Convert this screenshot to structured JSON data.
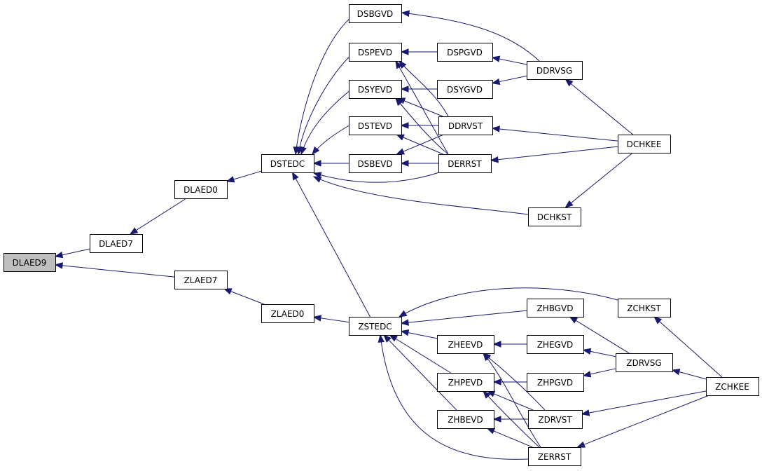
{
  "colors": {
    "edge": "#191970",
    "root_fill": "#bfbfbf",
    "node_fill": "#ffffff",
    "node_border": "#000000"
  },
  "root": "DLAED9",
  "nodes": [
    {
      "id": "DLAED9",
      "label": "DLAED9"
    },
    {
      "id": "DLAED7",
      "label": "DLAED7"
    },
    {
      "id": "ZLAED7",
      "label": "ZLAED7"
    },
    {
      "id": "DLAED0",
      "label": "DLAED0"
    },
    {
      "id": "ZLAED0",
      "label": "ZLAED0"
    },
    {
      "id": "DSTEDC",
      "label": "DSTEDC"
    },
    {
      "id": "ZSTEDC",
      "label": "ZSTEDC"
    },
    {
      "id": "DSBGVD",
      "label": "DSBGVD"
    },
    {
      "id": "DSPEVD",
      "label": "DSPEVD"
    },
    {
      "id": "DSYEVD",
      "label": "DSYEVD"
    },
    {
      "id": "DSTEVD",
      "label": "DSTEVD"
    },
    {
      "id": "DSBEVD",
      "label": "DSBEVD"
    },
    {
      "id": "DSPGVD",
      "label": "DSPGVD"
    },
    {
      "id": "DSYGVD",
      "label": "DSYGVD"
    },
    {
      "id": "DDRVST",
      "label": "DDRVST"
    },
    {
      "id": "DERRST",
      "label": "DERRST"
    },
    {
      "id": "DDRVSG",
      "label": "DDRVSG"
    },
    {
      "id": "DCHKEE",
      "label": "DCHKEE"
    },
    {
      "id": "DCHKST",
      "label": "DCHKST"
    },
    {
      "id": "ZHBGVD",
      "label": "ZHBGVD"
    },
    {
      "id": "ZCHKST",
      "label": "ZCHKST"
    },
    {
      "id": "ZHEEVD",
      "label": "ZHEEVD"
    },
    {
      "id": "ZHEGVD",
      "label": "ZHEGVD"
    },
    {
      "id": "ZDRVSG",
      "label": "ZDRVSG"
    },
    {
      "id": "ZHPEVD",
      "label": "ZHPEVD"
    },
    {
      "id": "ZHPGVD",
      "label": "ZHPGVD"
    },
    {
      "id": "ZCHKEE",
      "label": "ZCHKEE"
    },
    {
      "id": "ZHBEVD",
      "label": "ZHBEVD"
    },
    {
      "id": "ZDRVST",
      "label": "ZDRVST"
    },
    {
      "id": "ZERRST",
      "label": "ZERRST"
    }
  ],
  "edges": [
    {
      "from": "DLAED7",
      "to": "DLAED9"
    },
    {
      "from": "ZLAED7",
      "to": "DLAED9"
    },
    {
      "from": "DLAED0",
      "to": "DLAED7"
    },
    {
      "from": "ZLAED0",
      "to": "ZLAED7"
    },
    {
      "from": "DSTEDC",
      "to": "DLAED0"
    },
    {
      "from": "ZSTEDC",
      "to": "ZLAED0"
    },
    {
      "from": "DSBGVD",
      "to": "DSTEDC"
    },
    {
      "from": "DSPEVD",
      "to": "DSTEDC"
    },
    {
      "from": "DSYEVD",
      "to": "DSTEDC"
    },
    {
      "from": "DSTEVD",
      "to": "DSTEDC"
    },
    {
      "from": "DSBEVD",
      "to": "DSTEDC"
    },
    {
      "from": "DERRST",
      "to": "DSTEDC"
    },
    {
      "from": "DCHKST",
      "to": "DSTEDC"
    },
    {
      "from": "ZSTEDC",
      "to": "DSTEDC"
    },
    {
      "from": "DDRVSG",
      "to": "DSBGVD"
    },
    {
      "from": "DSPGVD",
      "to": "DSPEVD"
    },
    {
      "from": "DDRVST",
      "to": "DSPEVD"
    },
    {
      "from": "DERRST",
      "to": "DSPEVD"
    },
    {
      "from": "DSYGVD",
      "to": "DSYEVD"
    },
    {
      "from": "DDRVST",
      "to": "DSYEVD"
    },
    {
      "from": "DERRST",
      "to": "DSYEVD"
    },
    {
      "from": "DDRVST",
      "to": "DSTEVD"
    },
    {
      "from": "DERRST",
      "to": "DSTEVD"
    },
    {
      "from": "DDRVST",
      "to": "DSBEVD"
    },
    {
      "from": "DERRST",
      "to": "DSBEVD"
    },
    {
      "from": "DDRVSG",
      "to": "DSPGVD"
    },
    {
      "from": "DDRVSG",
      "to": "DSYGVD"
    },
    {
      "from": "DCHKEE",
      "to": "DDRVSG"
    },
    {
      "from": "DCHKEE",
      "to": "DDRVST"
    },
    {
      "from": "DCHKEE",
      "to": "DERRST"
    },
    {
      "from": "DCHKEE",
      "to": "DCHKST"
    },
    {
      "from": "ZCHKST",
      "to": "ZSTEDC"
    },
    {
      "from": "ZHBGVD",
      "to": "ZSTEDC"
    },
    {
      "from": "ZHEEVD",
      "to": "ZSTEDC"
    },
    {
      "from": "ZHPEVD",
      "to": "ZSTEDC"
    },
    {
      "from": "ZHBEVD",
      "to": "ZSTEDC"
    },
    {
      "from": "ZERRST",
      "to": "ZSTEDC"
    },
    {
      "from": "ZDRVSG",
      "to": "ZHBGVD"
    },
    {
      "from": "ZCHKEE",
      "to": "ZCHKST"
    },
    {
      "from": "ZHEGVD",
      "to": "ZHEEVD"
    },
    {
      "from": "ZDRVST",
      "to": "ZHEEVD"
    },
    {
      "from": "ZERRST",
      "to": "ZHEEVD"
    },
    {
      "from": "ZDRVSG",
      "to": "ZHEGVD"
    },
    {
      "from": "ZCHKEE",
      "to": "ZDRVSG"
    },
    {
      "from": "ZHPGVD",
      "to": "ZHPEVD"
    },
    {
      "from": "ZDRVST",
      "to": "ZHPEVD"
    },
    {
      "from": "ZERRST",
      "to": "ZHPEVD"
    },
    {
      "from": "ZDRVSG",
      "to": "ZHPGVD"
    },
    {
      "from": "ZDRVST",
      "to": "ZHBEVD"
    },
    {
      "from": "ZERRST",
      "to": "ZHBEVD"
    },
    {
      "from": "ZCHKEE",
      "to": "ZDRVST"
    },
    {
      "from": "ZCHKEE",
      "to": "ZERRST"
    }
  ]
}
